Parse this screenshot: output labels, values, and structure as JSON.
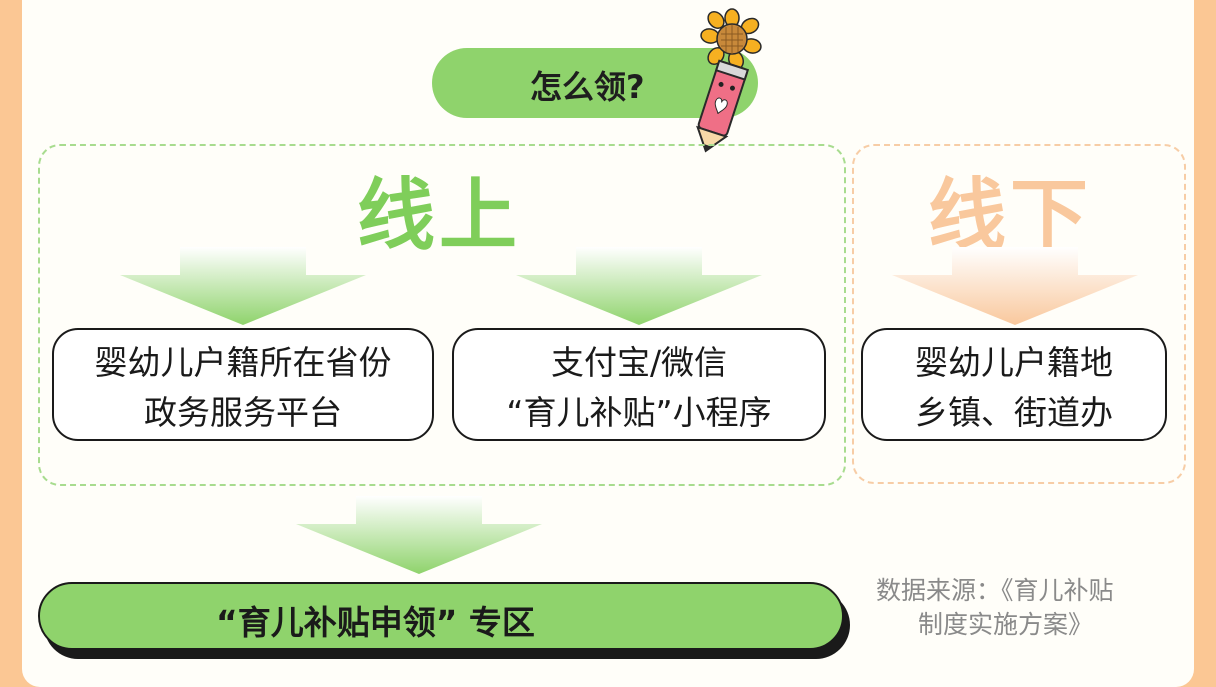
{
  "header": {
    "title": "怎么领?"
  },
  "online": {
    "label": "线上",
    "box1": {
      "line1": "婴幼儿户籍所在省份",
      "line2": "政务服务平台"
    },
    "box2": {
      "line1": "支付宝/微信",
      "line2": "“育儿补贴”小程序"
    }
  },
  "offline": {
    "label": "线下",
    "box": {
      "line1": "婴幼儿户籍地",
      "line2": "乡镇、街道办"
    }
  },
  "destination": {
    "label": "“育儿补贴申领” 专区"
  },
  "source": {
    "line1": "数据来源：《育儿补贴",
    "line2": "制度实施方案》"
  },
  "colors": {
    "online_green": "#8fd36c",
    "offline_orange": "#f9c89d",
    "background": "#fbc794"
  },
  "icons": [
    "sunflower-icon",
    "pencil-mascot-icon"
  ]
}
